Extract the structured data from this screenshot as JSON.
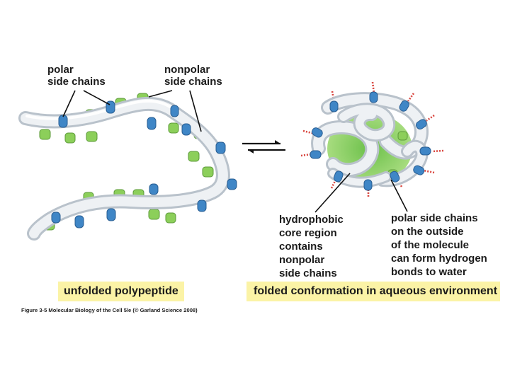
{
  "labels": {
    "polar_side_chains": "polar\nside chains",
    "nonpolar_side_chains": "nonpolar\nside chains",
    "hydrophobic_core": "hydrophobic\ncore region\ncontains\nnonpolar\nside chains",
    "polar_outside": "polar side chains\non the outside\nof the molecule\ncan form hydrogen\nbonds to water"
  },
  "captions": {
    "unfolded": "unfolded polypeptide",
    "folded": "folded conformation in aqueous environment"
  },
  "credit": "Figure 3-5  Molecular Biology of the Cell 5/e (© Garland Science 2008)",
  "colors": {
    "polar": "#3f86c6",
    "nonpolar": "#8ccf5a",
    "backbone": "#e6eaee",
    "caption_bg": "#fbf3a6",
    "water_bonds": "#d9463f"
  },
  "icons": [
    "equilibrium-arrows-icon"
  ]
}
